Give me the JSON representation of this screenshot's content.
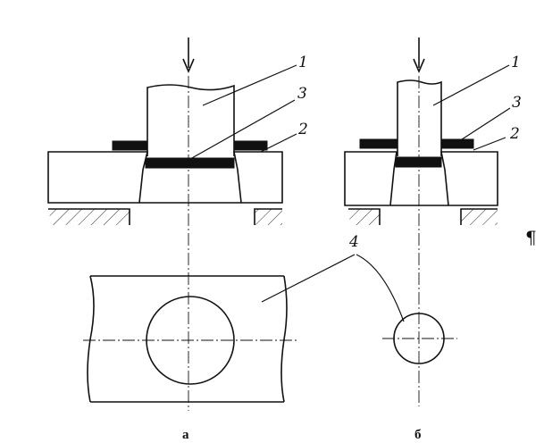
{
  "labels": {
    "punch": "1",
    "die": "2",
    "material": "3",
    "hole": "4",
    "variant_a": "а",
    "variant_b": "б",
    "pilcrow": "¶"
  },
  "icons": {
    "force_arrow": "down-arrow-icon"
  },
  "colors": {
    "ink": "#111111",
    "background": "#ffffff"
  }
}
